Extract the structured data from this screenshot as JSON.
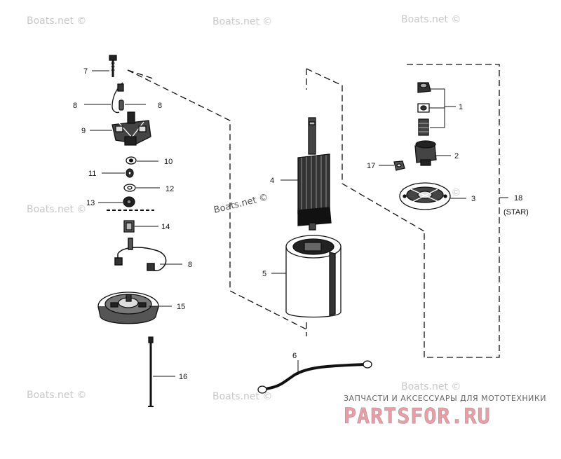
{
  "callouts": {
    "c1": "1",
    "c2": "2",
    "c3": "3",
    "c4": "4",
    "c5": "5",
    "c6": "6",
    "c7": "7",
    "c8a": "8",
    "c8b": "8",
    "c8c": "8",
    "c9": "9",
    "c10": "10",
    "c11": "11",
    "c12": "12",
    "c13": "13",
    "c14": "14",
    "c15": "15",
    "c16": "16",
    "c17": "17",
    "c18": "18",
    "c18_note": "(STAR)"
  },
  "watermarks": {
    "wm1": "Boats.net ©",
    "wm2": "Boats.net ©",
    "wm3": "Boats.net ©",
    "wm4": "Boats.net ©",
    "wm5": "Boats.net ©",
    "wm6": "Boats.net ©",
    "wm7": "Boats.net ©",
    "wm8": "Boats.net ©",
    "wm_main": "Boats.net ©"
  },
  "promo": {
    "tagline": "ЗАПЧАСТИ И АКСЕССУАРЫ ДЛЯ МОТОТЕХНИКИ",
    "logo": "PARTSFOR.RU"
  },
  "colors": {
    "ink": "#111111",
    "watermark": "#c8c8c8",
    "logo_fill": "#f19aa3"
  }
}
